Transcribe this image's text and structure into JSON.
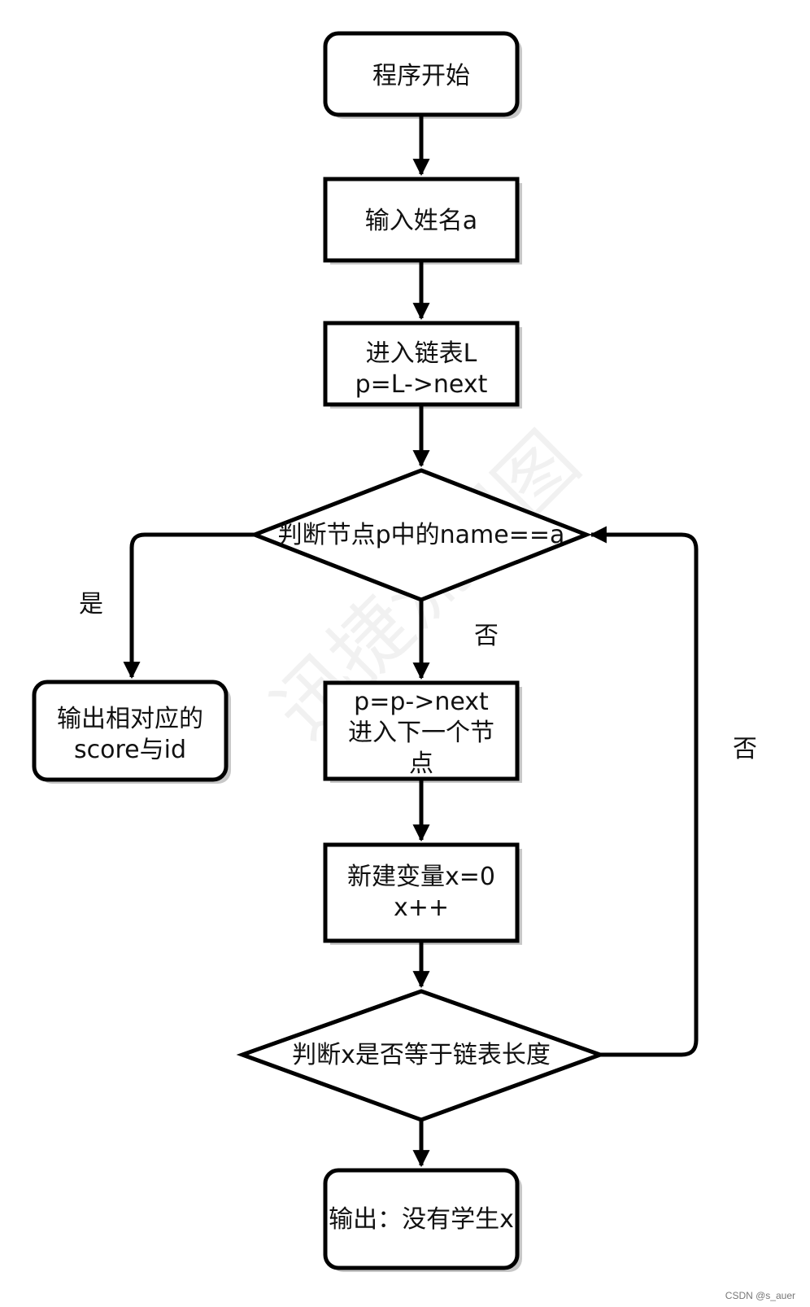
{
  "nodes": {
    "start": "程序开始",
    "input_name": "输入姓名a",
    "enter_list_1": "进入链表L",
    "enter_list_2": "p=L->next",
    "check_name": "判断节点p中的name==a",
    "output_found_1": "输出相对应的",
    "output_found_2": "score与id",
    "next_node_1": "p=p->next",
    "next_node_2": "进入下一个节",
    "next_node_3": "点",
    "new_var_1": "新建变量x=0",
    "new_var_2": "x++",
    "check_len": "判断x是否等于链表长度",
    "output_none": "输出：没有学生x"
  },
  "edge_labels": {
    "yes": "是",
    "no_down": "否",
    "no_loop": "否"
  },
  "watermark": "迅捷流程图",
  "credit": "CSDN @s_auer",
  "colors": {
    "stroke": "#000000",
    "fill": "#ffffff",
    "shadow": "#c8c8c8"
  }
}
